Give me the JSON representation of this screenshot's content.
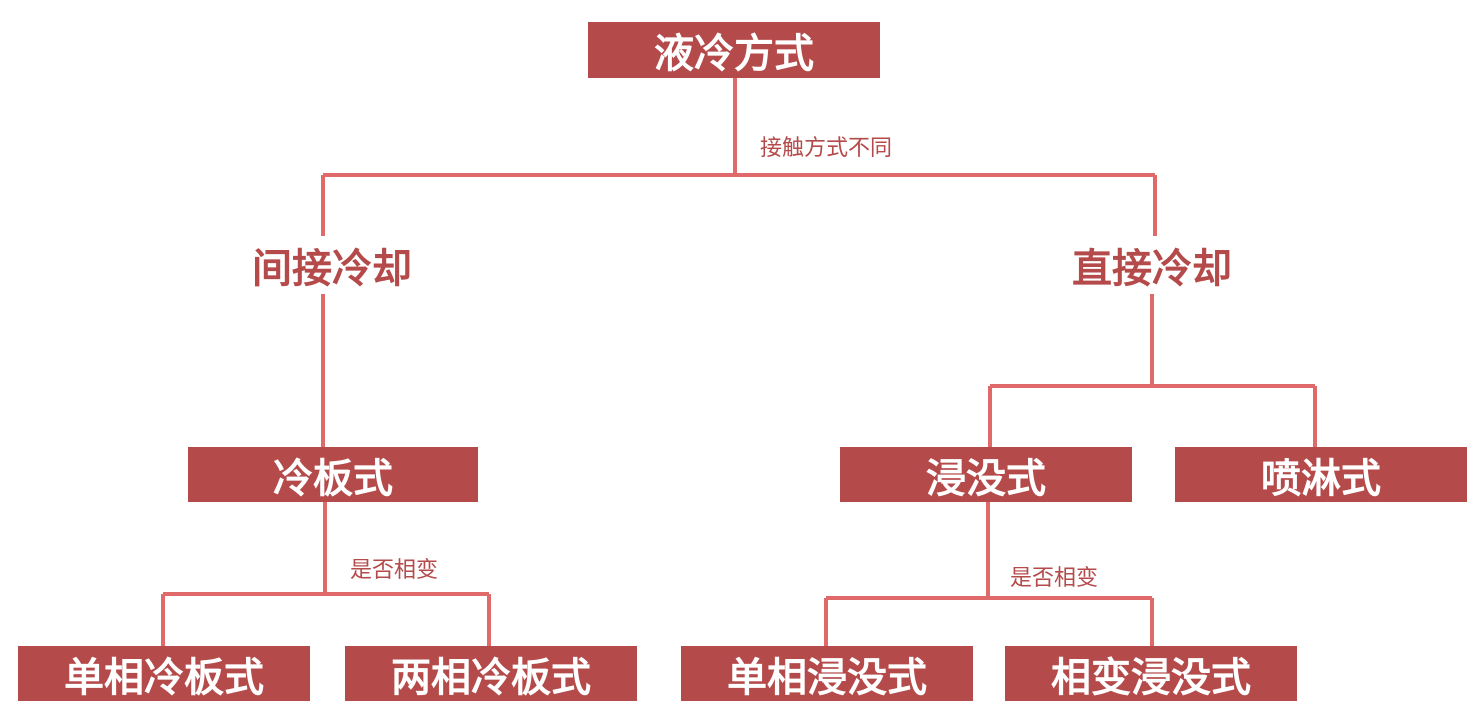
{
  "colors": {
    "box_fill": "#b54a4a",
    "line": "#e06a6a",
    "text": "#b54a4a"
  },
  "root": "液冷方式",
  "root_edge_label": "接触方式不同",
  "branch_indirect": "间接冷却",
  "branch_direct": "直接冷却",
  "cold_plate": "冷板式",
  "immersion": "浸没式",
  "spray": "喷淋式",
  "phase_label_cold_plate": "是否相变",
  "phase_label_immersion": "是否相变",
  "single_phase_cold_plate": "单相冷板式",
  "two_phase_cold_plate": "两相冷板式",
  "single_phase_immersion": "单相浸没式",
  "phase_change_immersion": "相变浸没式"
}
